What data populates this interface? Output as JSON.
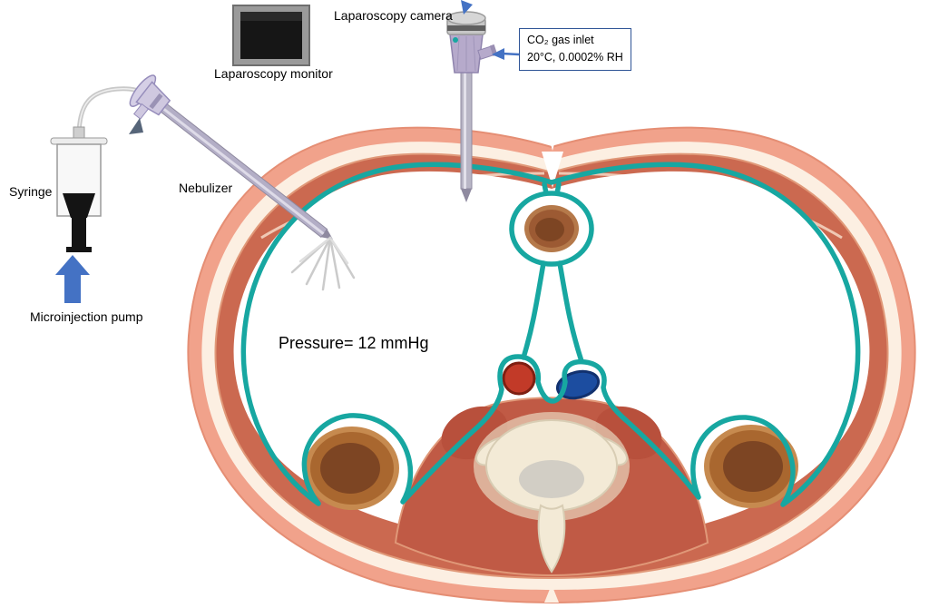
{
  "labels": {
    "laparoscopy_camera": "Laparoscopy camera",
    "laparoscopy_monitor": "Laparoscopy monitor",
    "syringe": "Syringe",
    "nebulizer": "Nebulizer",
    "microinjection_pump": "Microinjection pump",
    "pressure": "Pressure= 12 mmHg"
  },
  "co2_box": {
    "line1": "CO₂ gas inlet",
    "line2": "20°C, 0.0002% RH"
  },
  "colors": {
    "skin": "#f1a28b",
    "skin_outline": "#e58e74",
    "fat": "#fcefe2",
    "muscle": "#cb6950",
    "muscle_dark": "#c05a45",
    "muscle_outline": "#e09878",
    "peritoneum": "#17a7a1",
    "kidney_outer": "#a9672f",
    "kidney_inner": "#7d4523",
    "organ_brown": "#9c5a33",
    "vertebra": "#f3ead6",
    "vertebra_outline": "#d8cdb4",
    "vertebra_core": "#d2cec5",
    "aorta": "#c23a28",
    "vena_cava": "#1c4da0",
    "arrow_blue": "#4472c4"
  }
}
